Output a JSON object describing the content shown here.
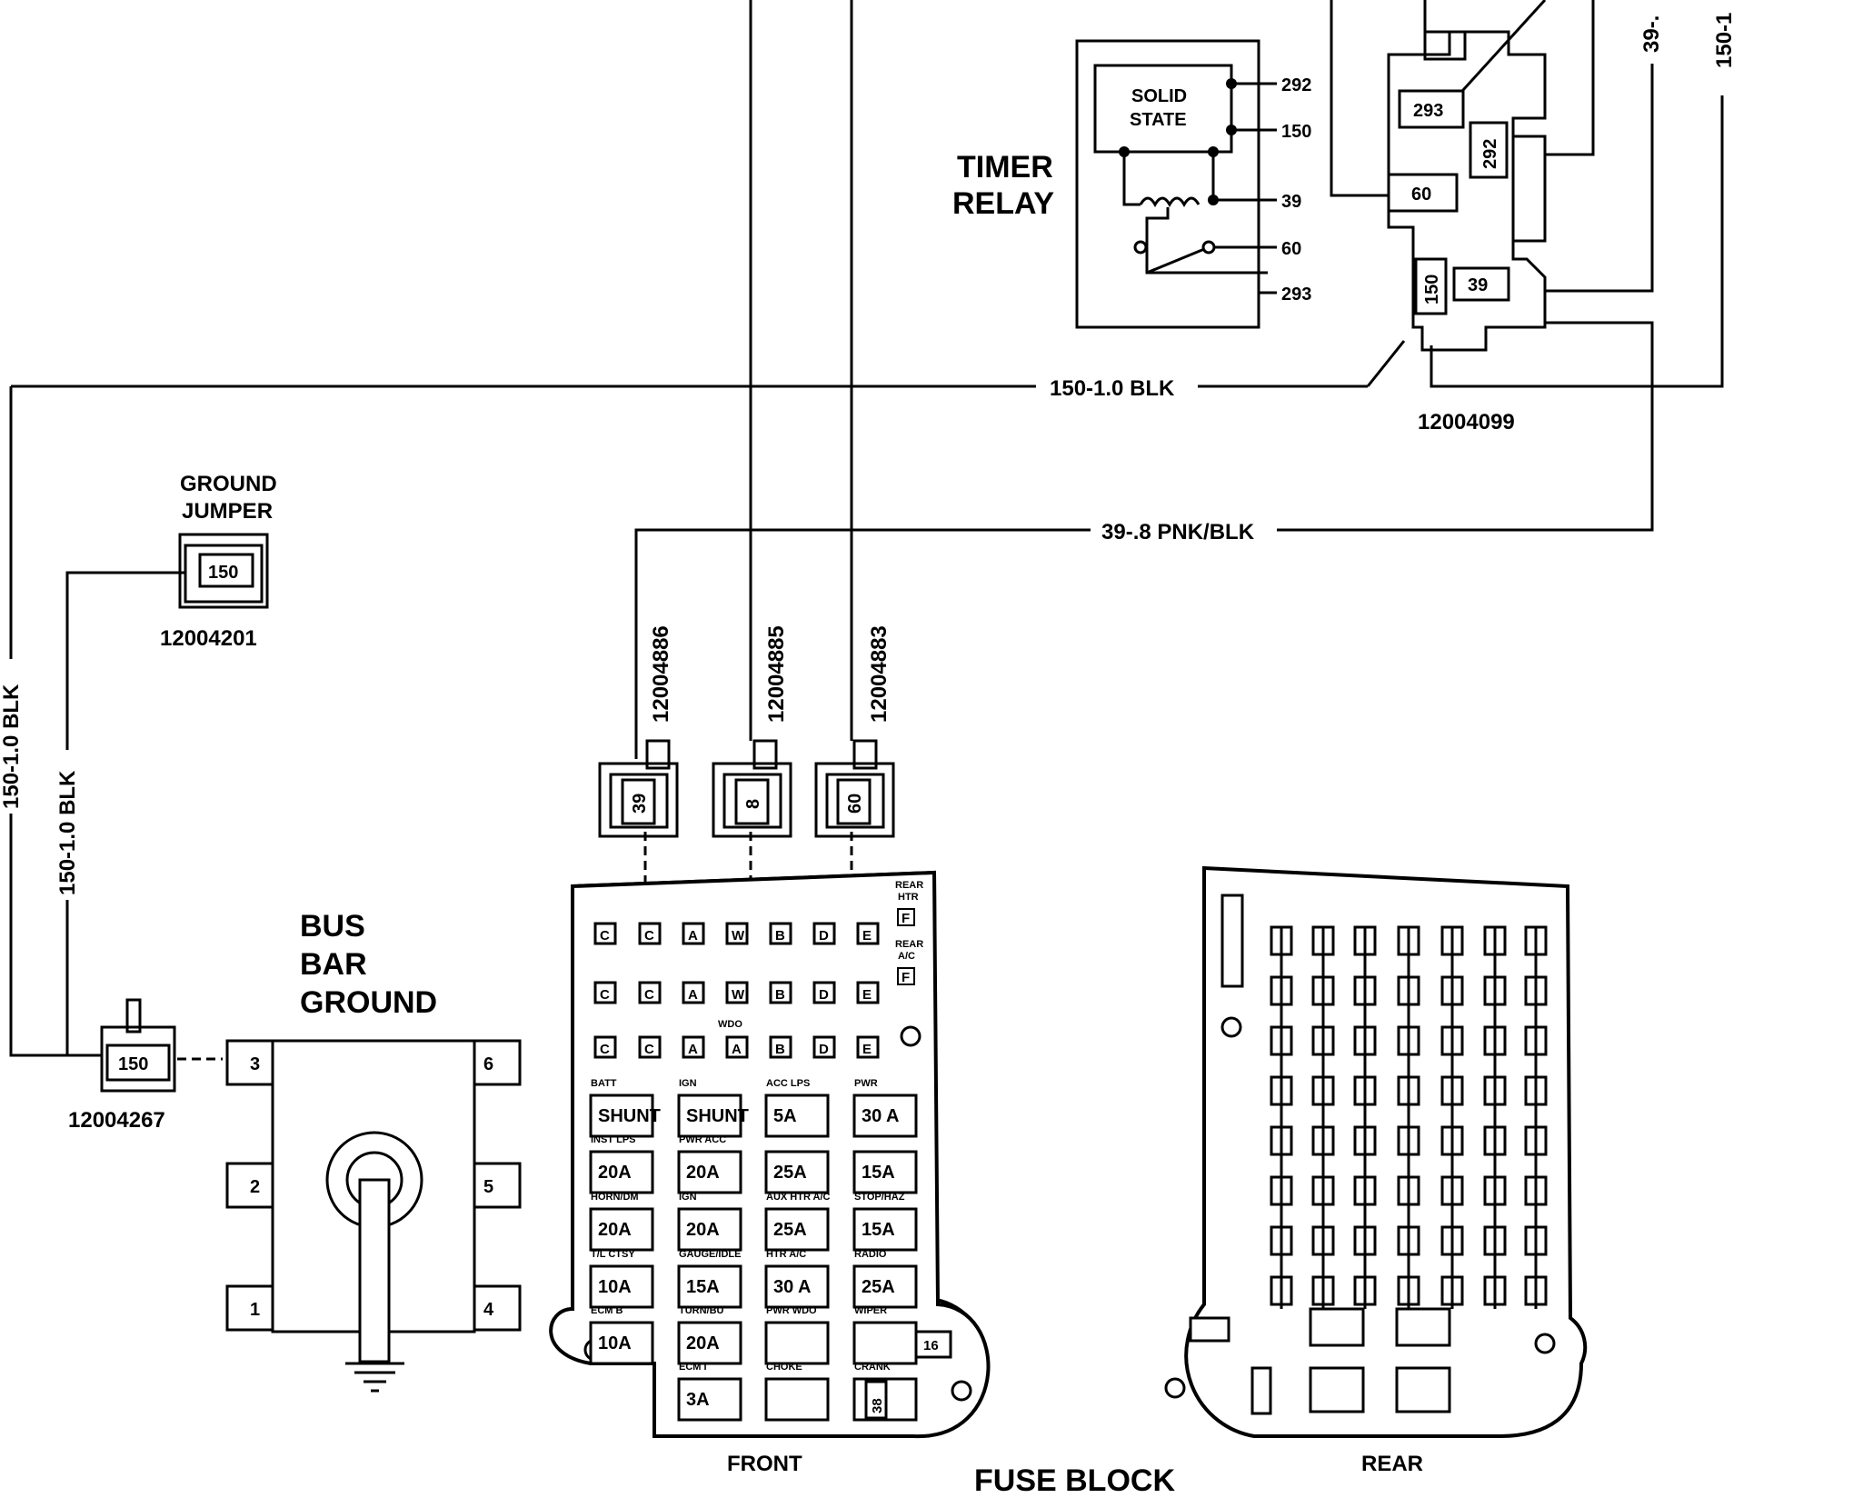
{
  "timer_relay": {
    "title_line1": "TIMER",
    "title_line2": "RELAY",
    "box_line1": "SOLID",
    "box_line2": "STATE",
    "pins": [
      "292",
      "150",
      "39",
      "60",
      "293"
    ]
  },
  "relay_connector": {
    "cavities": [
      "293",
      "292",
      "60",
      "150",
      "39"
    ],
    "part_number": "12004099",
    "top_right_label_a": "39-.",
    "top_right_label_b": "150-1"
  },
  "wires": {
    "ground_wire_top": "150-1.0 BLK",
    "pnk_wire": "39-.8 PNK/BLK",
    "left_vertical": "150-1.0 BLK",
    "jumper_vertical": "150-1.0 BLK"
  },
  "ground_jumper": {
    "title_line1": "GROUND",
    "title_line2": "JUMPER",
    "cavity": "150",
    "part_number": "12004201"
  },
  "bus_connector": {
    "cavity": "150",
    "part_number": "12004267"
  },
  "bus_bar": {
    "title_line1": "BUS",
    "title_line2": "BAR",
    "title_line3": "GROUND",
    "terminals": [
      "3",
      "2",
      "1",
      "6",
      "5",
      "4"
    ]
  },
  "fuse_connectors": [
    {
      "part_number": "12004886",
      "cavity": "39"
    },
    {
      "part_number": "12004885",
      "cavity": "8"
    },
    {
      "part_number": "12004883",
      "cavity": "60"
    }
  ],
  "fuse_block": {
    "title": "FUSE BLOCK",
    "front_label": "FRONT",
    "rear_label": "REAR",
    "rear_htr": [
      "REAR",
      "HTR"
    ],
    "rear_ac": [
      "REAR",
      "A/C"
    ],
    "term_row1": [
      "C",
      "C",
      "A",
      "W",
      "B",
      "D",
      "E"
    ],
    "term_row2": [
      "C",
      "C",
      "A",
      "W",
      "B",
      "D",
      "E"
    ],
    "term_row3": [
      "C",
      "C",
      "A",
      "A",
      "B",
      "D",
      "E"
    ],
    "wdo_label": "WDO",
    "side_f": "F",
    "terminal_16": "16",
    "terminal_38": "38",
    "fuses": [
      {
        "top": "BATT",
        "value": "SHUNT"
      },
      {
        "top": "IGN",
        "value": "SHUNT"
      },
      {
        "top": "ACC  LPS",
        "value": "5A"
      },
      {
        "top": "PWR",
        "value": "30 A"
      },
      {
        "top": "INST LPS",
        "value": "20A"
      },
      {
        "top": "PWR ACC",
        "value": "20A"
      },
      {
        "top": "",
        "value": "25A"
      },
      {
        "top": "",
        "value": "15A"
      },
      {
        "top": "HORN/DM",
        "value": "20A"
      },
      {
        "top": "IGN",
        "value": "20A"
      },
      {
        "top": "AUX HTR A/C",
        "value": "25A"
      },
      {
        "top": "STOP/HAZ",
        "value": "15A"
      },
      {
        "top": "T/L CTSY",
        "value": "10A"
      },
      {
        "top": "GAUGE/IDLE",
        "value": "15A"
      },
      {
        "top": "HTR A/C",
        "value": "30 A"
      },
      {
        "top": "RADIO",
        "value": "25A"
      },
      {
        "top": "ECM B",
        "value": "10A"
      },
      {
        "top": "TURN/BU",
        "value": "20A"
      },
      {
        "top": "PWR WDO",
        "value": ""
      },
      {
        "top": "WIPER",
        "value": ""
      },
      {
        "top": "ECM I",
        "value": "3A"
      },
      {
        "top": "CHOKE",
        "value": ""
      },
      {
        "top": "CRANK",
        "value": ""
      }
    ]
  }
}
